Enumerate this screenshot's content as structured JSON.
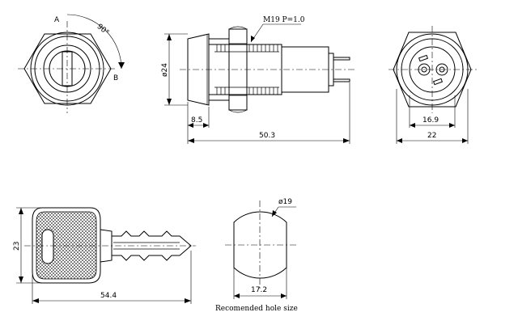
{
  "front_view": {
    "label_a": "A",
    "label_b": "B",
    "angle": "90°"
  },
  "side_view": {
    "thread": "M19 P=1.0",
    "diameter": "ø24",
    "dim_head": "8.5",
    "dim_length": "50.3"
  },
  "rear_view": {
    "dim_inner": "16.9",
    "dim_outer": "22"
  },
  "key_view": {
    "dim_height": "23",
    "dim_length": "54.4"
  },
  "hole_view": {
    "diameter": "ø19",
    "dim_flat": "17.2",
    "caption": "Recomended hole size"
  }
}
